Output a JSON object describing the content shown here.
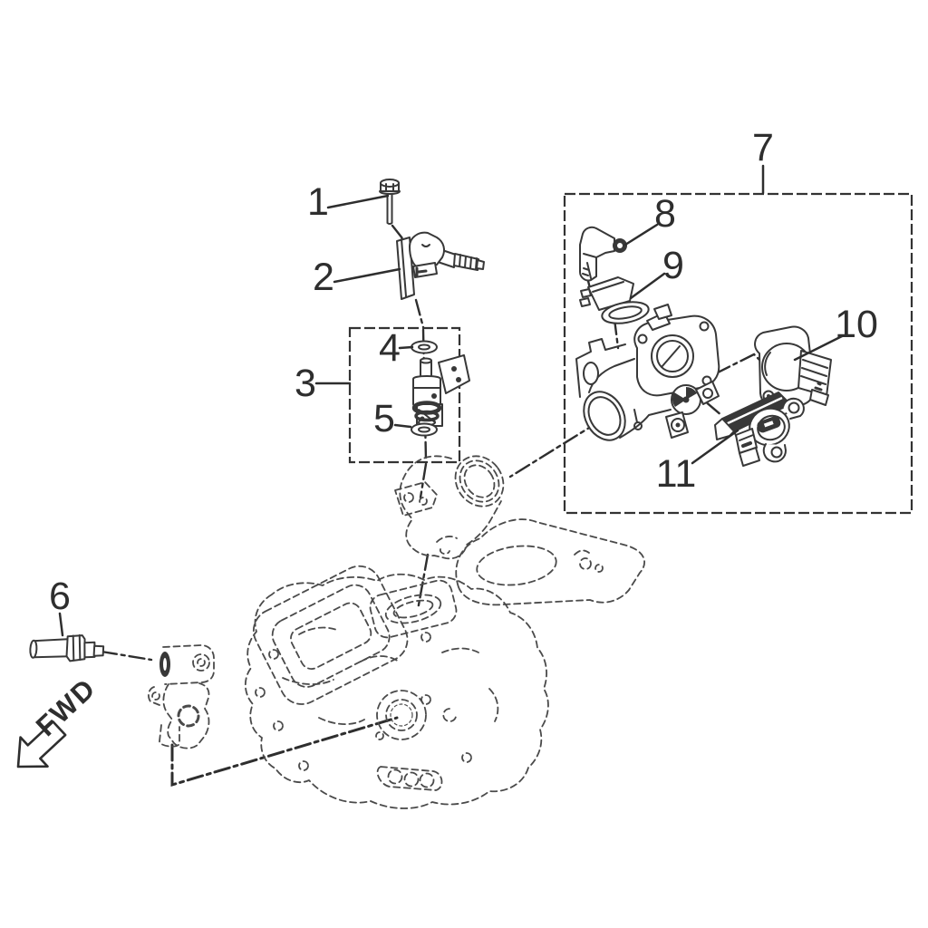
{
  "figure": {
    "type": "exploded-parts-diagram",
    "background": "#ffffff",
    "line_color": "#383838",
    "fwd_label": "FWD",
    "callouts": [
      {
        "label": "1"
      },
      {
        "label": "2"
      },
      {
        "label": "3"
      },
      {
        "label": "4"
      },
      {
        "label": "5"
      },
      {
        "label": "6"
      },
      {
        "label": "7"
      },
      {
        "label": "8"
      },
      {
        "label": "9"
      },
      {
        "label": "10"
      },
      {
        "label": "11"
      }
    ]
  }
}
